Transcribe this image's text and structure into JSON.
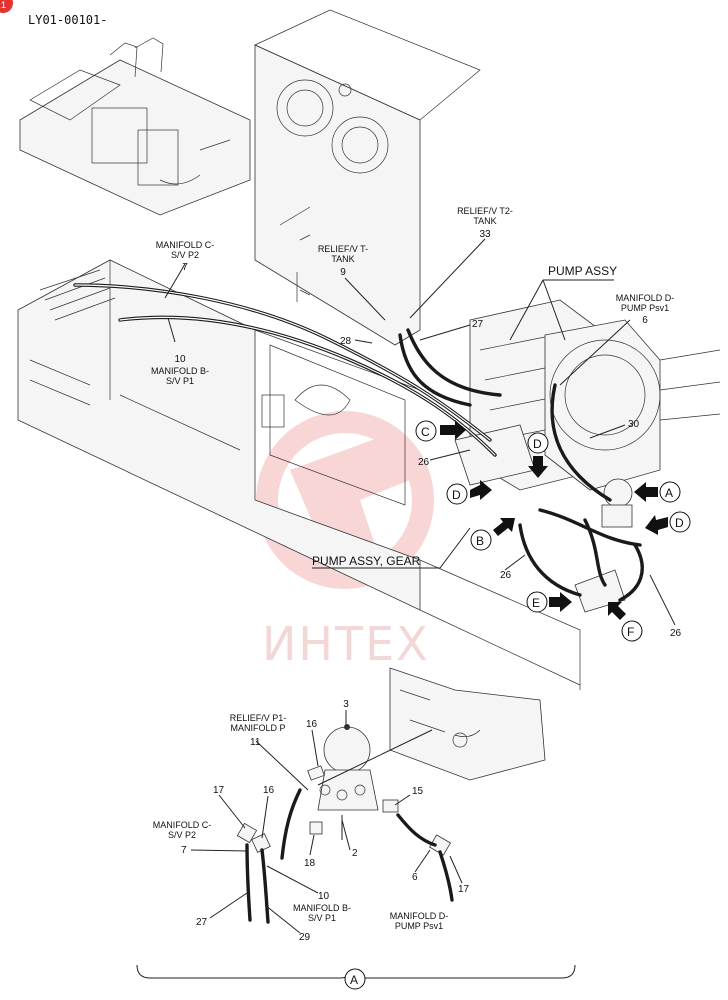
{
  "document": {
    "code": "LY01-00101-",
    "corner_badge": "1"
  },
  "colors": {
    "accent": "#e3342f",
    "watermark": "#f4b6b6",
    "ink": "#111111"
  },
  "watermark": {
    "text": "ИНТЕХ"
  },
  "callouts": {
    "manifold_c_top": [
      "MANIFOLD C-",
      "S/V P2"
    ],
    "manifold_c_top_num": "7",
    "manifold_b_top": [
      "MANIFOLD B-",
      "S/V P1"
    ],
    "manifold_b_top_num": "10",
    "relief_t": [
      "RELIEF/V T-",
      "TANK"
    ],
    "relief_t_num": "9",
    "relief_t2": [
      "RELIEF/V T2-",
      "TANK"
    ],
    "relief_t2_num": "33",
    "pump_assy": "PUMP ASSY",
    "manifold_d_top": [
      "MANIFOLD D-",
      "PUMP Psv1"
    ],
    "manifold_d_top_num": "6",
    "pump_assy_gear": "PUMP ASSY, GEAR",
    "n28": "28",
    "n27": "27",
    "n26a": "26",
    "n26b": "26",
    "n26c": "26",
    "n30": "30",
    "view_c": "C",
    "view_d1": "D",
    "view_d2": "D",
    "view_d3": "D",
    "view_b": "B",
    "view_a": "A",
    "view_e": "E",
    "view_f": "F"
  },
  "detail": {
    "relief_p1": [
      "RELIEF/V P1-",
      "MANIFOLD P"
    ],
    "n3": "3",
    "n16a": "16",
    "n11": "11",
    "n17a": "17",
    "n16b": "16",
    "manifold_c": [
      "MANIFOLD C-",
      "S/V P2"
    ],
    "n7": "7",
    "n15": "15",
    "n18": "18",
    "n2": "2",
    "n10": "10",
    "manifold_b": [
      "MANIFOLD B-",
      "S/V P1"
    ],
    "n6": "6",
    "manifold_d": [
      "MANIFOLD D-",
      "PUMP Psv1"
    ],
    "n17b": "17",
    "n27": "27",
    "n29": "29",
    "view_label": "A"
  }
}
